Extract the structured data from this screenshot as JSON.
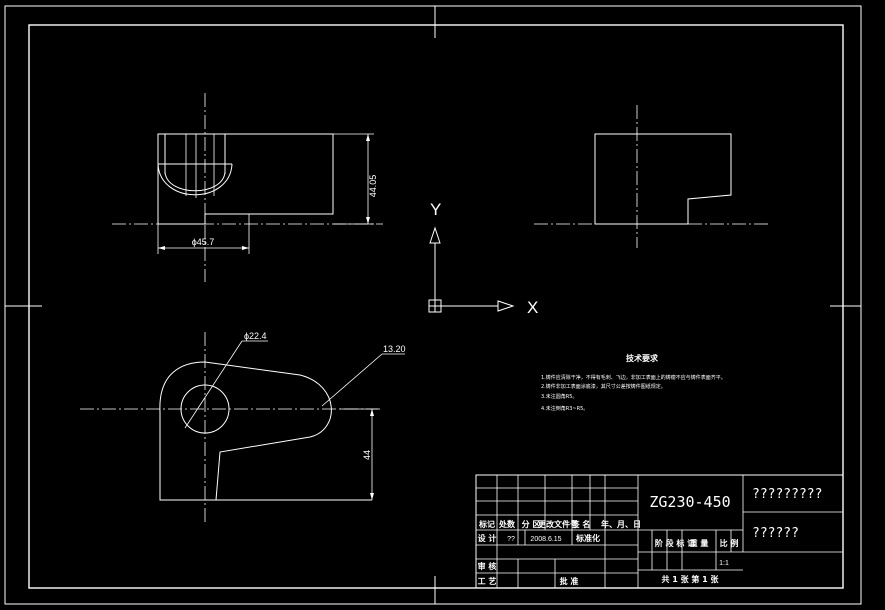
{
  "dimensions": {
    "height": "44.05",
    "diameter_base": "ϕ45.7",
    "diameter_hole": "ϕ22.4",
    "radius": "13.20",
    "offset": "44"
  },
  "ucs": {
    "x_label": "X",
    "y_label": "Y"
  },
  "notes": {
    "title": "技术要求",
    "lines": [
      "1.铸件应清除干净，不得有毛刺、飞边，非加工表面上的铸瘤不应与铸件表面齐平。",
      "2.铸件非加工表面涂底漆，其尺寸公差按铸件图纸规定。",
      "3.未注圆角R5。",
      "4.未注倒角R3~R5。"
    ]
  },
  "title_block": {
    "drawing_no": "ZG230-450",
    "part_name": "?????????",
    "company": "??????",
    "hdr_mark": "标记",
    "hdr_count": "处数",
    "hdr_zone": "分 区",
    "hdr_docno": "更改文件号",
    "hdr_sign": "签 名",
    "hdr_date": "年、月、日",
    "design_label": "设 计",
    "designer": "??",
    "design_date": "2008.6.15",
    "standardize": "标准化",
    "stage_label": "阶 段 标 记",
    "weight_label": "重 量",
    "scale_label": "比 例",
    "scale_value": "1:1",
    "check_label": "审 核",
    "process_label": "工 艺",
    "approve_label": "批 准",
    "sheets": "共 1 张   第 1 张"
  }
}
